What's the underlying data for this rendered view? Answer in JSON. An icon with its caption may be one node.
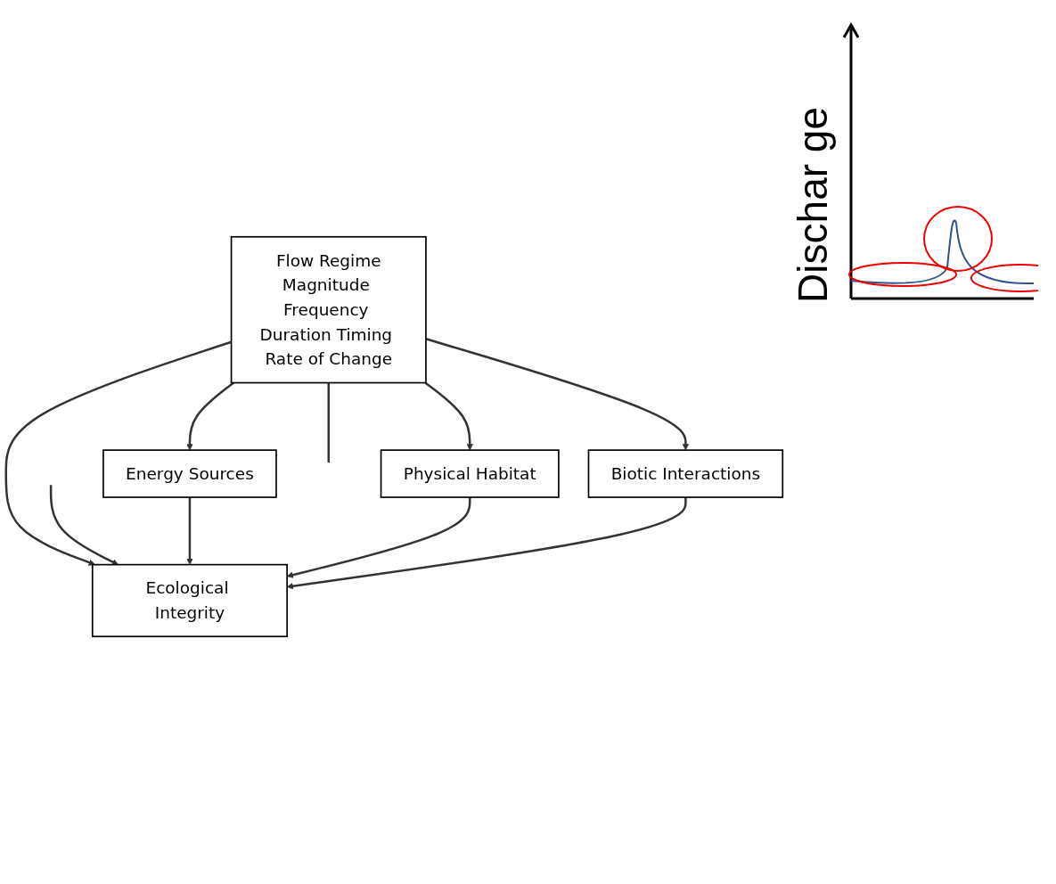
{
  "diagram": {
    "nodes": [
      {
        "text": [
          "Flow Regime",
          "Magnitude Frequency Duration Timing Rate of Change"
        ]
      },
      {
        "text": [
          "Energy Sources"
        ]
      },
      {
        "text": [
          "Physical Habitat"
        ]
      },
      {
        "text": [
          "Biotic Interactions"
        ]
      },
      {
        "text": [
          "Ecological Integrity"
        ]
      }
    ],
    "edges": [
      {
        "from": 0,
        "to": null,
        "arrow": "none"
      },
      {
        "from": 0,
        "to": 1,
        "arrow": "to"
      },
      {
        "from": 0,
        "to": 4,
        "arrow": "to"
      },
      {
        "from": 0,
        "to": 2,
        "arrow": "to"
      },
      {
        "from": 0,
        "to": 3,
        "arrow": "to"
      },
      {
        "from": null,
        "to": 4,
        "arrow": "to"
      },
      {
        "from": 1,
        "to": 4,
        "arrow": "to"
      },
      {
        "from": 2,
        "to": 4,
        "arrow": "to"
      },
      {
        "from": 3,
        "to": 4,
        "arrow": "to"
      }
    ],
    "labels": [
      "Dischar ge"
    ]
  }
}
